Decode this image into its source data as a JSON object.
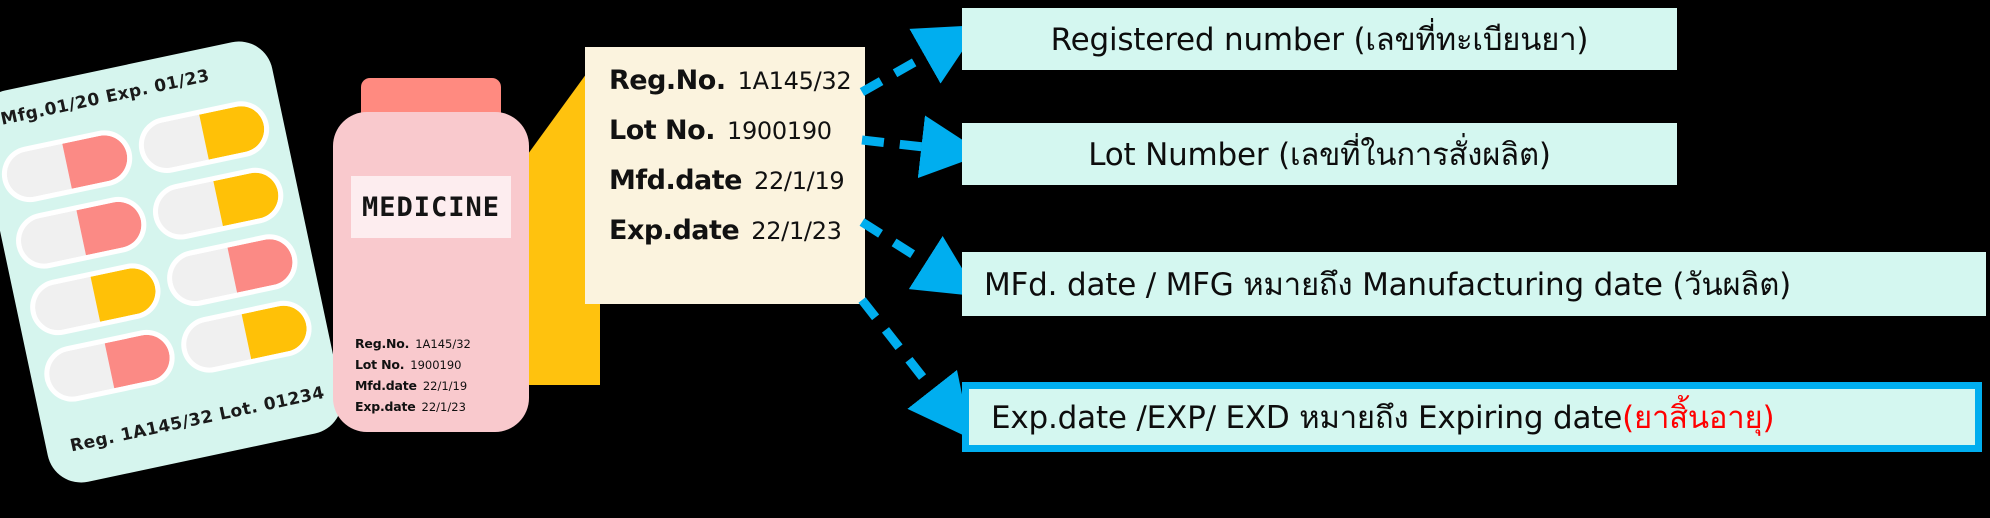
{
  "accent": {
    "arrow_blue": "#00AEEF",
    "callout_bg": "#D4F7F0",
    "card_bg": "#FBF3DE",
    "wedge_yellow": "#FFC20E",
    "bottle_pink": "#F9C9CD",
    "cap_pink": "#FF8A80",
    "blister_mint": "#D6F5EE",
    "pill_pink": "#FB8A85",
    "pill_yellow": "#FFC107",
    "highlight_red": "#FF0000"
  },
  "blister": {
    "top_text": "Mfg.01/20 Exp. 01/23",
    "bottom_text": "Reg. 1A145/32  Lot. 01234"
  },
  "bottle": {
    "label": "MEDICINE",
    "info": [
      {
        "key": "Reg.No.",
        "value": "1A145/32"
      },
      {
        "key": "Lot No.",
        "value": "1900190"
      },
      {
        "key": "Mfd.date",
        "value": "22/1/19"
      },
      {
        "key": "Exp.date",
        "value": "22/1/23"
      }
    ]
  },
  "zoom_card": {
    "rows": [
      {
        "key": "Reg.No.",
        "value": "1A145/32"
      },
      {
        "key": "Lot No.",
        "value": "1900190"
      },
      {
        "key": "Mfd.date",
        "value": "22/1/19"
      },
      {
        "key": "Exp.date",
        "value": "22/1/23"
      }
    ]
  },
  "callouts": [
    {
      "id": "registered-number",
      "text": "Registered number (เลขที่ทะเบียนยา)",
      "highlighted": false
    },
    {
      "id": "lot-number",
      "text": "Lot Number (เลขที่ในการสั่งผลิต)",
      "highlighted": false
    },
    {
      "id": "mfd-date",
      "text": "MFd. date / MFG หมายถึง Manufacturing date (วันผลิต)",
      "highlighted": false
    },
    {
      "id": "exp-date",
      "text_plain": "Exp.date /EXP/ EXD หมายถึง Expiring date ",
      "text_red": "(ยาสิ้นอายุ)",
      "highlighted": true
    }
  ]
}
